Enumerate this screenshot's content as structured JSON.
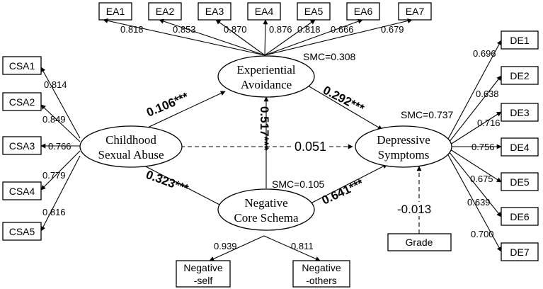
{
  "latents": {
    "ea": [
      "Experiential",
      "Avoidance"
    ],
    "csa": [
      "Childhood",
      "Sexual Abuse"
    ],
    "ds": [
      "Depressive",
      "Symptoms"
    ],
    "ncs": [
      "Negative",
      "Core Schema"
    ]
  },
  "indicators": {
    "ea": [
      "EA1",
      "EA2",
      "EA3",
      "EA4",
      "EA5",
      "EA6",
      "EA7"
    ],
    "csa": [
      "CSA1",
      "CSA2",
      "CSA3",
      "CSA4",
      "CSA5"
    ],
    "de": [
      "DE1",
      "DE2",
      "DE3",
      "DE4",
      "DE5",
      "DE6",
      "DE7"
    ],
    "ncs": [
      [
        "Negative",
        "-self"
      ],
      [
        "Negative",
        "-others"
      ]
    ],
    "grade": "Grade"
  },
  "loadings": {
    "ea": [
      "0.818",
      "0.853",
      "0.870",
      "0.876",
      "0.818",
      "0.666",
      "0.679"
    ],
    "csa": [
      "0.814",
      "0.849",
      "0.766",
      "0.779",
      "0.816"
    ],
    "de": [
      "0.696",
      "0.638",
      "0.716",
      "0.756",
      "0.675",
      "0.639",
      "0.700"
    ],
    "ncs": [
      "0.939",
      "0.811"
    ]
  },
  "paths": {
    "csa_ea": "0.106***",
    "ea_ds": "0.292***",
    "ncs_ea": "0.517***",
    "csa_ds": "0.051",
    "csa_ncs": "0.323***",
    "ncs_ds": "0.641***",
    "grade_ds": "-0.013"
  },
  "smc": {
    "ea": "SMC=0.308",
    "ds": "SMC=0.737",
    "ncs": "SMC=0.105"
  }
}
